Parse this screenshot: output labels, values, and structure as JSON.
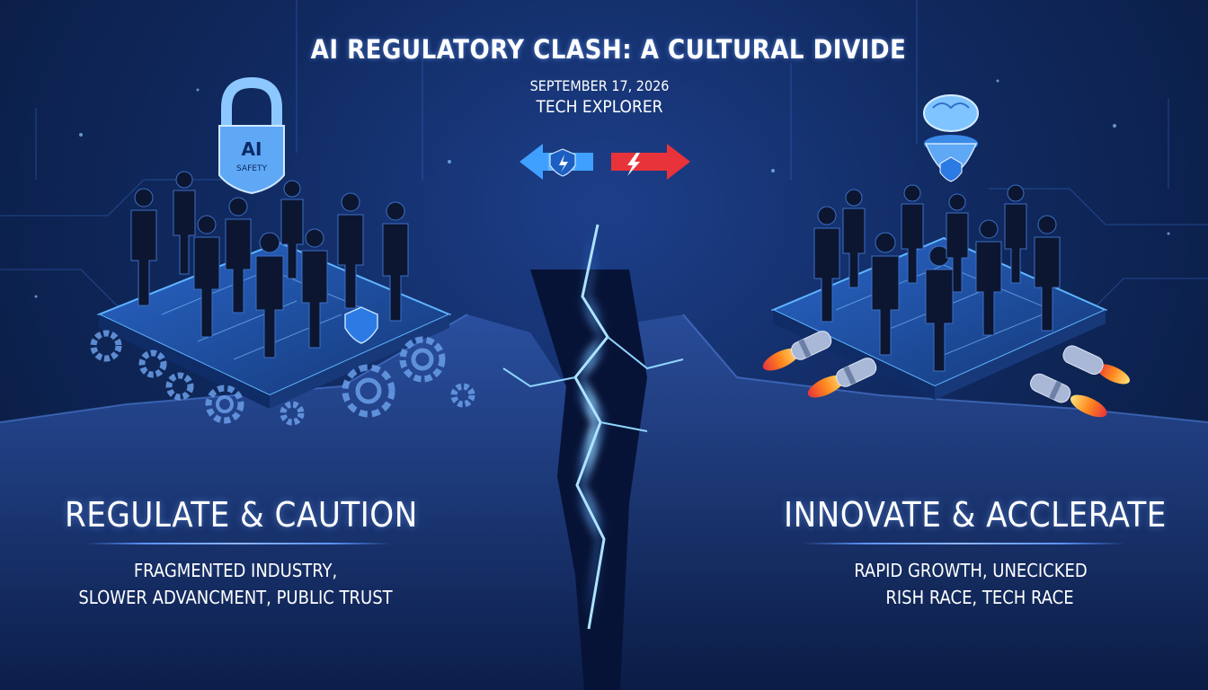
{
  "header": {
    "title": "AI REGULATORY CLASH: A CULTURAL DIVIDE",
    "date": "SEPTEMBER 17, 2026",
    "source": "TECH EXPLORER"
  },
  "left": {
    "heading": "REGULATE & CAUTION",
    "lines": [
      "FRAGMENTED INDUSTRY,",
      "SLOWER ADVANCMENT, PUBLIC TRUST"
    ],
    "lock_label": "AI",
    "lock_sublabel": "SAFETY"
  },
  "right": {
    "heading": "INNOVATE & ACCLERATE",
    "lines": [
      "RAPID GROWTH, UNECICKED",
      "RISH RACE, TECH RACE"
    ]
  },
  "colors": {
    "background": "#10295f",
    "accent_blue": "#3fa0ff",
    "accent_red": "#e8333a",
    "lightning": "#8fd4ff",
    "rocket_flame": "#ff8a1f"
  },
  "icons": {
    "left_symbol": "padlock-icon",
    "center_symbol": "opposing-arrows-icon",
    "right_symbol": "brain-shield-icon"
  }
}
